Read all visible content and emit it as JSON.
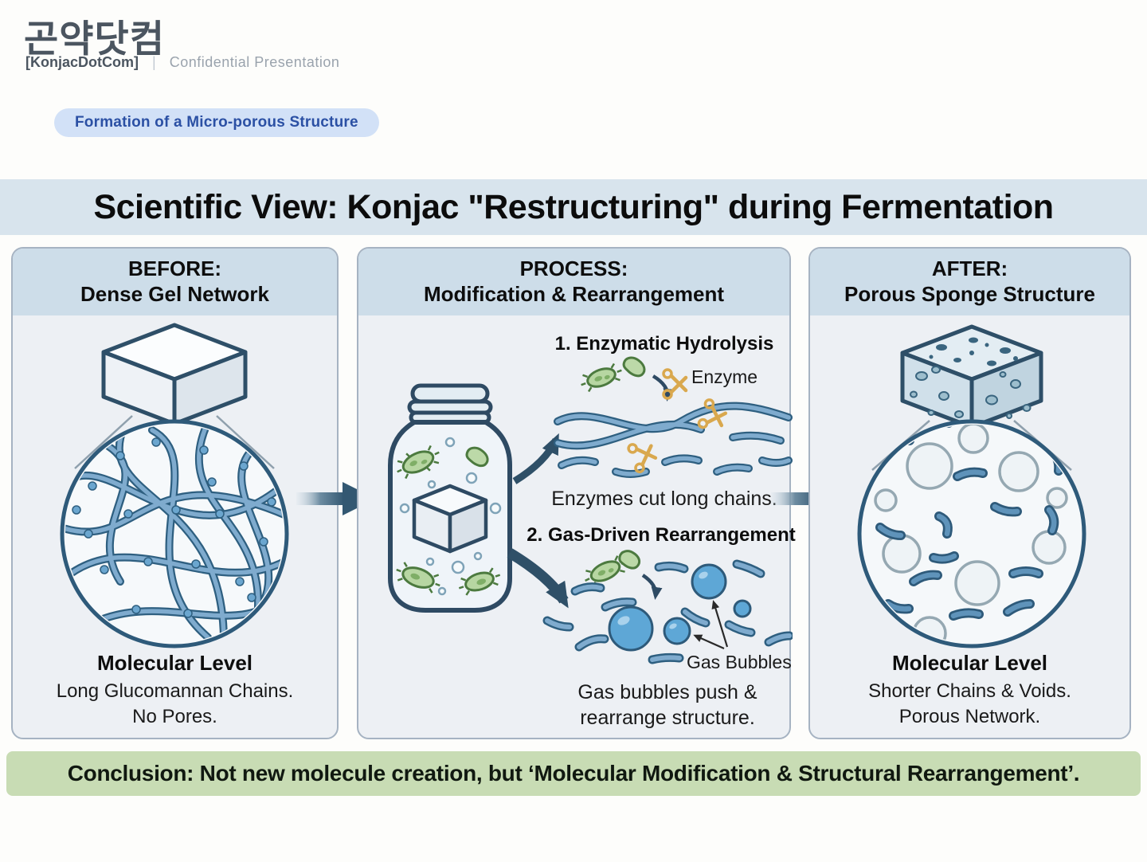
{
  "header": {
    "logo_korean": "곤약닷컴",
    "logo_romanized": "[KonjacDotCom]",
    "divider": "|",
    "confidential_label": "Confidential Presentation",
    "badge_label": "Formation of a Micro-porous Structure"
  },
  "title": "Scientific View: Konjac \"Restructuring\" during Fermentation",
  "panels": {
    "before": {
      "header_line1": "BEFORE:",
      "header_line2": "Dense Gel Network",
      "caption_title": "Molecular Level",
      "caption_line1": "Long Glucomannan Chains.",
      "caption_line2": "No Pores."
    },
    "process": {
      "header_line1": "PROCESS:",
      "header_line2": "Modification & Rearrangement",
      "step1_title": "1. Enzymatic Hydrolysis",
      "enzyme_label": "Enzyme",
      "step1_caption": "Enzymes cut long chains.",
      "step2_title": "2. Gas-Driven Rearrangement",
      "gas_bubbles_label": "Gas Bubbles",
      "step2_caption_line1": "Gas bubbles push &",
      "step2_caption_line2": "rearrange structure."
    },
    "after": {
      "header_line1": "AFTER:",
      "header_line2": "Porous Sponge Structure",
      "caption_title": "Molecular Level",
      "caption_line1": "Shorter Chains & Voids.",
      "caption_line2": "Porous Network."
    }
  },
  "conclusion": "Conclusion: Not new molecule creation, but ‘Molecular Modification & Structural Rearrangement’.",
  "colors": {
    "accent_blue": "#2b50a4",
    "badge_bg": "#d2e1f7",
    "title_band_bg": "#d8e4ed",
    "panel_bg": "#edf0f4",
    "panel_header_bg": "#cddde9",
    "conclusion_bg": "#c8dcb4",
    "arrow_dark": "#335872",
    "chain_blue": "#7fabce",
    "chain_outline": "#2e5f80",
    "bubble_blue": "#5ea7d6",
    "bacteria_green": "#b7d6a2",
    "enzyme_gold": "#d9a84e"
  }
}
